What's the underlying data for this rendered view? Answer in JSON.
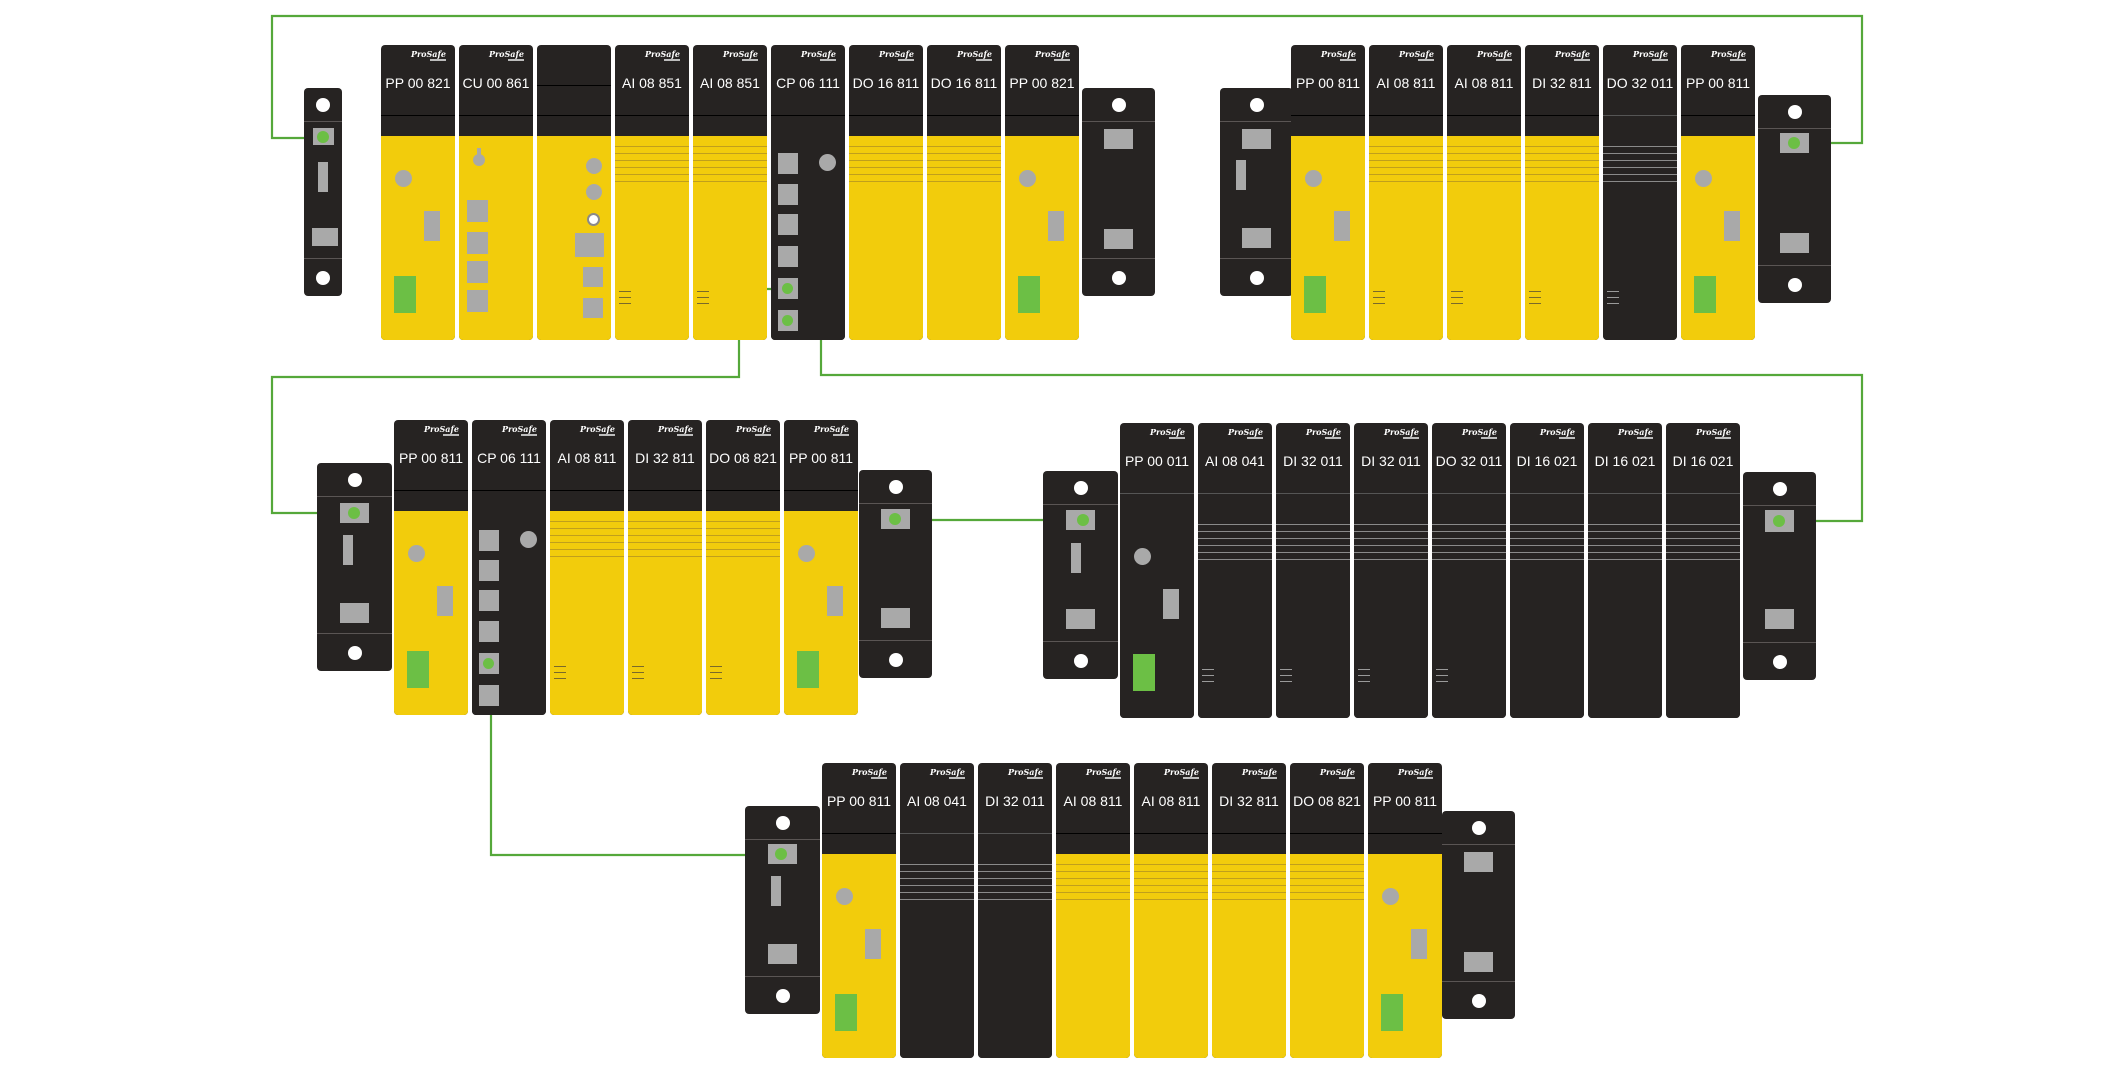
{
  "colors": {
    "yellow_module": "#f2cc0c",
    "black_module": "#262322",
    "connection_line": "#55a83a",
    "led_green": "#6cbf45",
    "indicator_grey": "#a9a9a9"
  },
  "logo_text": "ProSafe",
  "racks": [
    {
      "id": "rack-1",
      "modules": [
        {
          "label": "PP 00 821",
          "color": "yellow",
          "kind": "power"
        },
        {
          "label": "CU 00 861",
          "color": "yellow",
          "kind": "cu"
        },
        {
          "label": "",
          "color": "yellow",
          "kind": "cu2"
        },
        {
          "label": "AI 08 851",
          "color": "yellow",
          "kind": "io"
        },
        {
          "label": "AI 08 851",
          "color": "yellow",
          "kind": "io"
        },
        {
          "label": "CP 06 111",
          "color": "black",
          "kind": "cp"
        },
        {
          "label": "DO 16 811",
          "color": "yellow",
          "kind": "io"
        },
        {
          "label": "DO 16 811",
          "color": "yellow",
          "kind": "io"
        },
        {
          "label": "PP 00 821",
          "color": "yellow",
          "kind": "power"
        }
      ]
    },
    {
      "id": "rack-2",
      "modules": [
        {
          "label": "PP 00 811",
          "color": "yellow",
          "kind": "power"
        },
        {
          "label": "AI 08 811",
          "color": "yellow",
          "kind": "io"
        },
        {
          "label": "AI 08 811",
          "color": "yellow",
          "kind": "io"
        },
        {
          "label": "DI 32 811",
          "color": "yellow",
          "kind": "io"
        },
        {
          "label": "DO 32 011",
          "color": "black",
          "kind": "io"
        },
        {
          "label": "PP 00 811",
          "color": "yellow",
          "kind": "power"
        }
      ]
    },
    {
      "id": "rack-3",
      "modules": [
        {
          "label": "PP 00 811",
          "color": "yellow",
          "kind": "power"
        },
        {
          "label": "CP 06 111",
          "color": "black",
          "kind": "cp"
        },
        {
          "label": "AI 08 811",
          "color": "yellow",
          "kind": "io"
        },
        {
          "label": "DI 32 811",
          "color": "yellow",
          "kind": "io"
        },
        {
          "label": "DO 08 821",
          "color": "yellow",
          "kind": "io"
        },
        {
          "label": "PP 00 811",
          "color": "yellow",
          "kind": "power"
        }
      ]
    },
    {
      "id": "rack-4",
      "modules": [
        {
          "label": "PP 00 011",
          "color": "black",
          "kind": "power"
        },
        {
          "label": "AI 08 041",
          "color": "black",
          "kind": "io"
        },
        {
          "label": "DI 32 011",
          "color": "black",
          "kind": "io"
        },
        {
          "label": "DI 32 011",
          "color": "black",
          "kind": "io"
        },
        {
          "label": "DO 32 011",
          "color": "black",
          "kind": "io"
        },
        {
          "label": "DI 16 021",
          "color": "black",
          "kind": "io"
        },
        {
          "label": "DI 16 021",
          "color": "black",
          "kind": "io"
        },
        {
          "label": "DI 16 021",
          "color": "black",
          "kind": "io"
        }
      ]
    },
    {
      "id": "rack-5",
      "modules": [
        {
          "label": "PP 00 811",
          "color": "yellow",
          "kind": "power"
        },
        {
          "label": "AI 08 041",
          "color": "black",
          "kind": "io"
        },
        {
          "label": "DI 32 011",
          "color": "black",
          "kind": "io"
        },
        {
          "label": "AI 08 811",
          "color": "yellow",
          "kind": "io"
        },
        {
          "label": "AI 08 811",
          "color": "yellow",
          "kind": "io"
        },
        {
          "label": "DI 32 811",
          "color": "yellow",
          "kind": "io"
        },
        {
          "label": "DO 08 821",
          "color": "yellow",
          "kind": "io"
        },
        {
          "label": "PP 00 811",
          "color": "yellow",
          "kind": "power"
        }
      ]
    }
  ]
}
